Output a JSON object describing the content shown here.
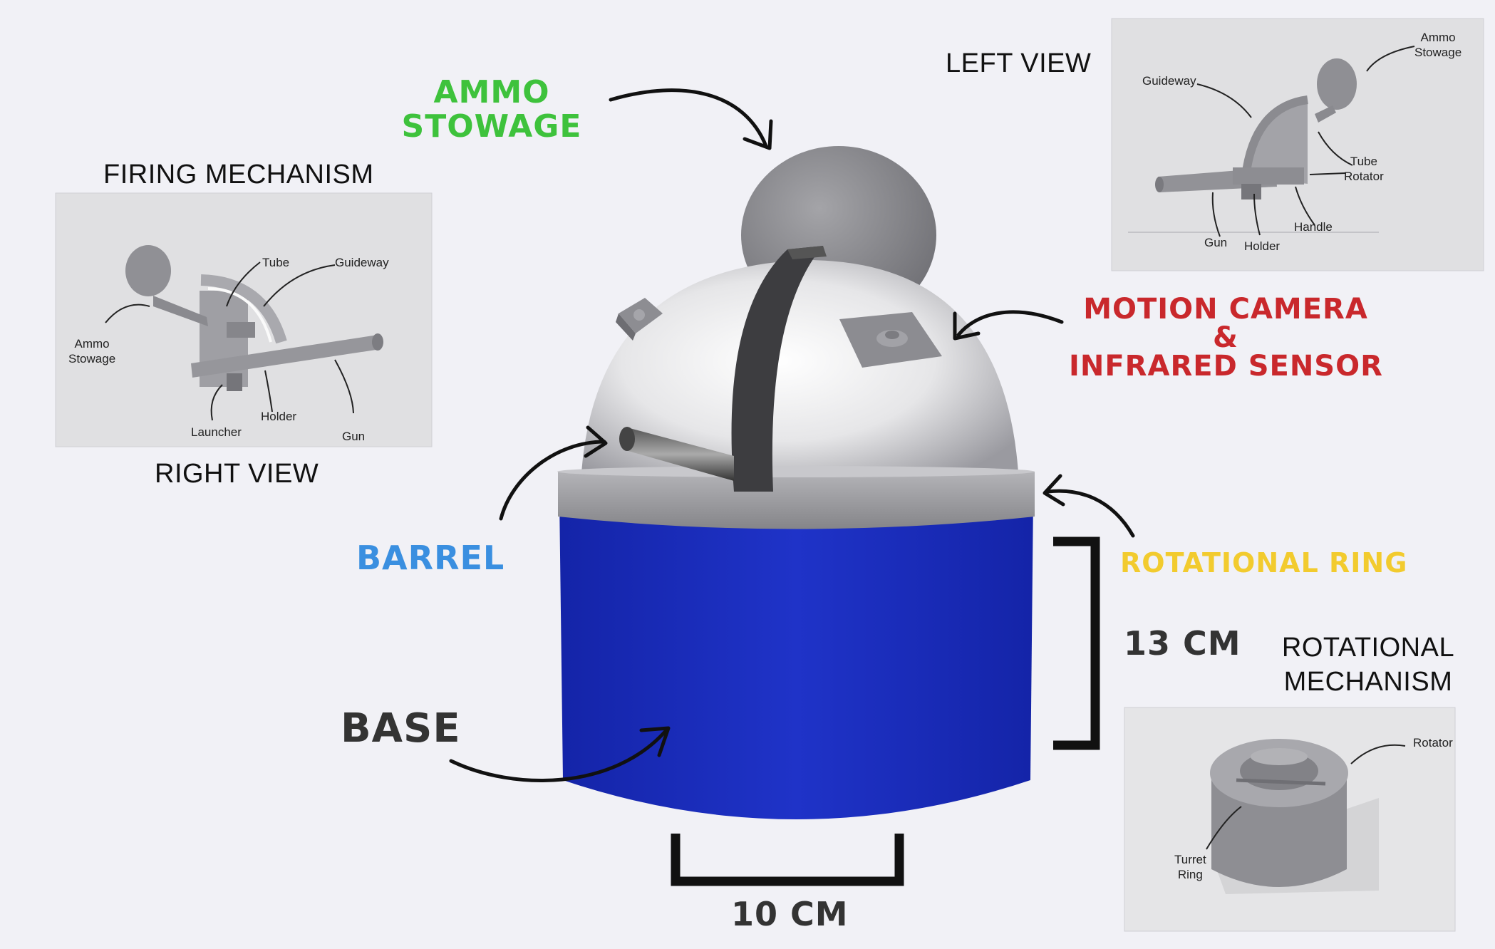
{
  "labels": {
    "ammo_stowage": [
      "AMMO",
      "STOWAGE"
    ],
    "firing_mechanism": "FIRING MECHANISM",
    "right_view": "RIGHT VIEW",
    "left_view": "LEFT VIEW",
    "motion_camera": [
      "MOTION CAMERA",
      "&",
      "INFRARED SENSOR"
    ],
    "barrel": "BARREL",
    "rotational_ring": "ROTATIONAL RING",
    "base": "BASE",
    "height": "13 CM",
    "width": "10 CM",
    "rotational_mechanism": [
      "ROTATIONAL",
      "MECHANISM"
    ]
  },
  "right_view_panel": {
    "tube": "Tube",
    "guideway": "Guideway",
    "ammo_stowage": [
      "Ammo",
      "Stowage"
    ],
    "launcher": "Launcher",
    "holder": "Holder",
    "gun": "Gun"
  },
  "left_view_panel": {
    "ammo_stowage": [
      "Ammo",
      "Stowage"
    ],
    "guideway": "Guideway",
    "tube_rotator": [
      "Tube",
      "Rotator"
    ],
    "handle": "Handle",
    "gun": "Gun",
    "holder": "Holder"
  },
  "rotational_panel": {
    "rotator": "Rotator",
    "turret_ring": [
      "Turret",
      "Ring"
    ]
  },
  "colors": {
    "green": "#3ec23c",
    "red": "#c9282c",
    "blue": "#3a8fe0",
    "yellow": "#f2cb2e",
    "dark": "#333333",
    "base_blue": "#1c2fc0"
  }
}
